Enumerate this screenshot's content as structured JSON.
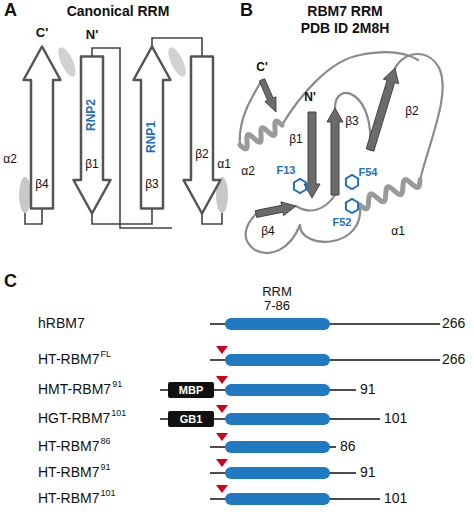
{
  "diagram": {
    "nodes": [
      {
        "text": [
          "β4"
        ]
      },
      {
        "text": [
          "RNP2",
          "β1"
        ]
      },
      {
        "text": [
          "RNP1",
          "β3"
        ]
      },
      {
        "text": [
          "β2"
        ]
      },
      {
        "text": [
          "MBP"
        ]
      },
      {
        "text": [
          "GB1"
        ]
      }
    ],
    "labels": [
      "A",
      "Canonical RRM",
      "C'",
      "N'",
      "α2",
      "α1",
      "B",
      "RBM7 RRM",
      "PDB ID 2M8H",
      "C'",
      "N'",
      "β1",
      "β2",
      "β3",
      "α2",
      "β4",
      "α1",
      "F13",
      "F54",
      "F52",
      "C",
      "hRBM7",
      "RRM 7-86",
      "266",
      "HT-RBM7",
      "FL",
      "266",
      "HMT-RBM7",
      "91",
      "91",
      "HGT-RBM7",
      "101",
      "101",
      "HT-RBM7",
      "86",
      "86",
      "HT-RBM7",
      "91",
      "91",
      "HT-RBM7",
      "101",
      "101"
    ]
  }
}
